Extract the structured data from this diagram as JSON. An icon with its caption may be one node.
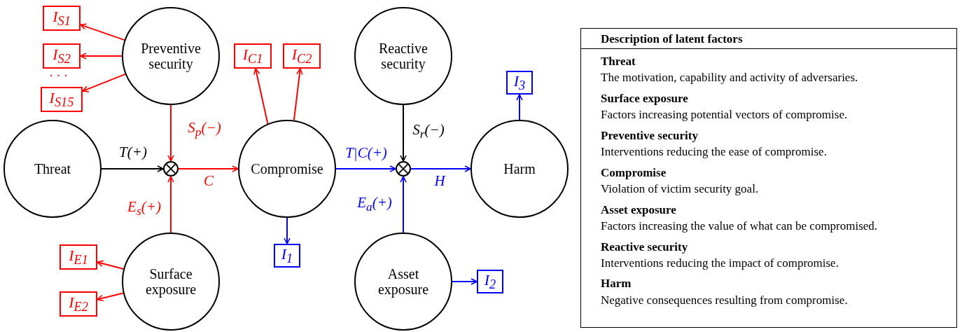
{
  "diagram": {
    "nodes": [
      {
        "text": [
          "Preventive security"
        ]
      },
      {
        "text": [
          "I$_{S1}$"
        ]
      },
      {
        "text": [
          "I$_{S2}$"
        ]
      },
      {
        "text": [
          "I$_{S15}$"
        ]
      },
      {
        "text": [
          "I$_{C1}$"
        ]
      },
      {
        "text": [
          "I$_{C2}$"
        ]
      },
      {
        "text": [
          "Reactive security"
        ]
      },
      {
        "text": [
          "I$_{3}$"
        ]
      },
      {
        "text": [
          "Threat"
        ]
      },
      {
        "text": [],
        "shape": "circle"
      },
      {
        "text": [
          "Compromise"
        ]
      },
      {
        "text": [],
        "shape": "circle"
      },
      {
        "text": [
          "Harm"
        ]
      },
      {
        "text": [
          "I$_{1}$"
        ]
      },
      {
        "text": [
          "Surface exposure"
        ]
      },
      {
        "text": [
          "I$_{E1}$"
        ]
      },
      {
        "text": [
          "I$_{E2}$"
        ]
      },
      {
        "text": [
          "Asset exposure"
        ]
      },
      {
        "text": [
          "I$_{2}$"
        ]
      }
    ],
    "edges": [
      {
        "from": 0,
        "to": 1,
        "arrow": "to"
      },
      {
        "from": 0,
        "to": 2,
        "arrow": "to"
      },
      {
        "from": 0,
        "to": 3,
        "arrow": "to"
      },
      {
        "from": 10,
        "to": 4,
        "arrow": "to"
      },
      {
        "from": 10,
        "to": 5,
        "arrow": "to"
      },
      {
        "from": 12,
        "to": 7,
        "arrow": "to",
        "color": "#0000ff"
      },
      {
        "from": 0,
        "to": 9,
        "arrow": "to",
        "label": "S$_{p}$(−)"
      },
      {
        "from": 6,
        "to": 11,
        "arrow": "to",
        "label": "S$_{r}$(−)",
        "color": "#000000"
      },
      {
        "from": 8,
        "to": 9,
        "arrow": "to",
        "label": "T(+)",
        "color": "#000000"
      },
      {
        "from": 9,
        "to": 10,
        "arrow": "to",
        "label": "C"
      },
      {
        "from": 10,
        "to": 11,
        "arrow": "to",
        "label": "T|C(+)",
        "color": "#0000ff"
      },
      {
        "from": 11,
        "to": 12,
        "arrow": "to",
        "label": "H",
        "color": "#0000ff"
      },
      {
        "from": 14,
        "to": 9,
        "arrow": "to",
        "label": "E$_{s}$(+)"
      },
      {
        "from": 17,
        "to": 11,
        "arrow": "to",
        "label": "E$_{a}$(+)",
        "color": "#0000ff"
      },
      {
        "from": 10,
        "to": 13,
        "arrow": "to",
        "color": "#0000ff"
      },
      {
        "from": 14,
        "to": 15,
        "arrow": "to"
      },
      {
        "from": 14,
        "to": 16,
        "arrow": "to"
      },
      {
        "from": 17,
        "to": 18,
        "arrow": "to",
        "color": "#0000ff"
      }
    ],
    "labels": [
      "· · ·",
      "Description of latent factors",
      "Threat",
      "The motivation, capability and activity of adversaries.",
      "Surface exposure",
      "Factors increasing potential vectors of compromise.",
      "Preventive security",
      "Interventions reducing the ease of compromise.",
      "Compromise",
      "Violation of victim security goal.",
      "Asset exposure",
      "Factors increasing the value of what can be compromised.",
      "Reactive security",
      "Interventions reducing the impact of compromise.",
      "Harm",
      "Negative consequences resulting from compromise."
    ]
  }
}
